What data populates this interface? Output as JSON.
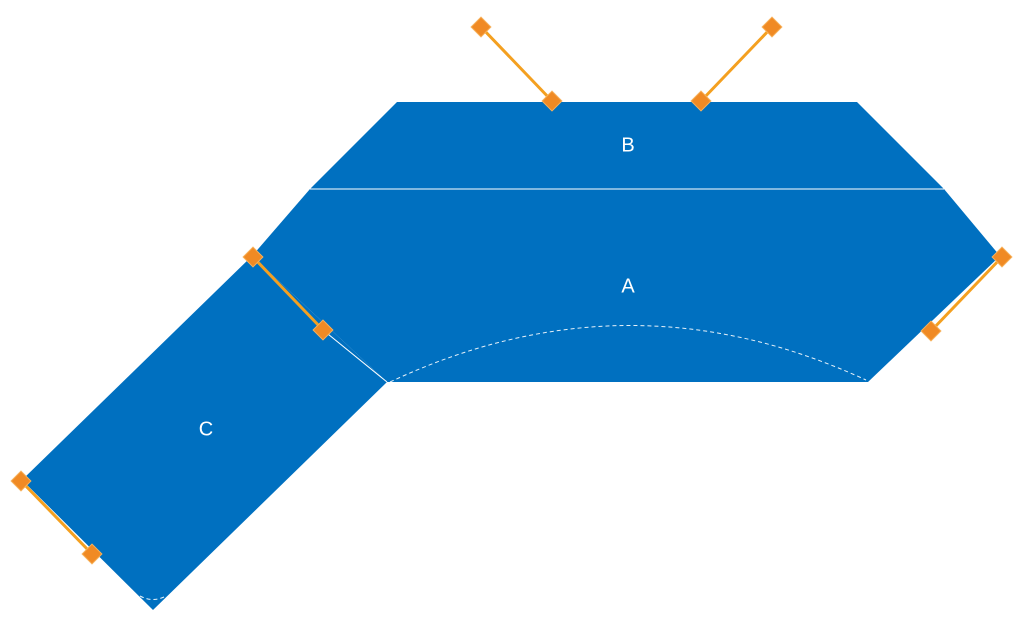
{
  "diagram": {
    "regions": {
      "a": {
        "label": "A"
      },
      "b": {
        "label": "B"
      },
      "c": {
        "label": "C"
      }
    }
  },
  "colors": {
    "region_fill": "#0070c0",
    "handle": "#f08a24",
    "seam": "#ffffff"
  },
  "icons": {
    "handle_knob": "orange-square-handle-icon"
  }
}
